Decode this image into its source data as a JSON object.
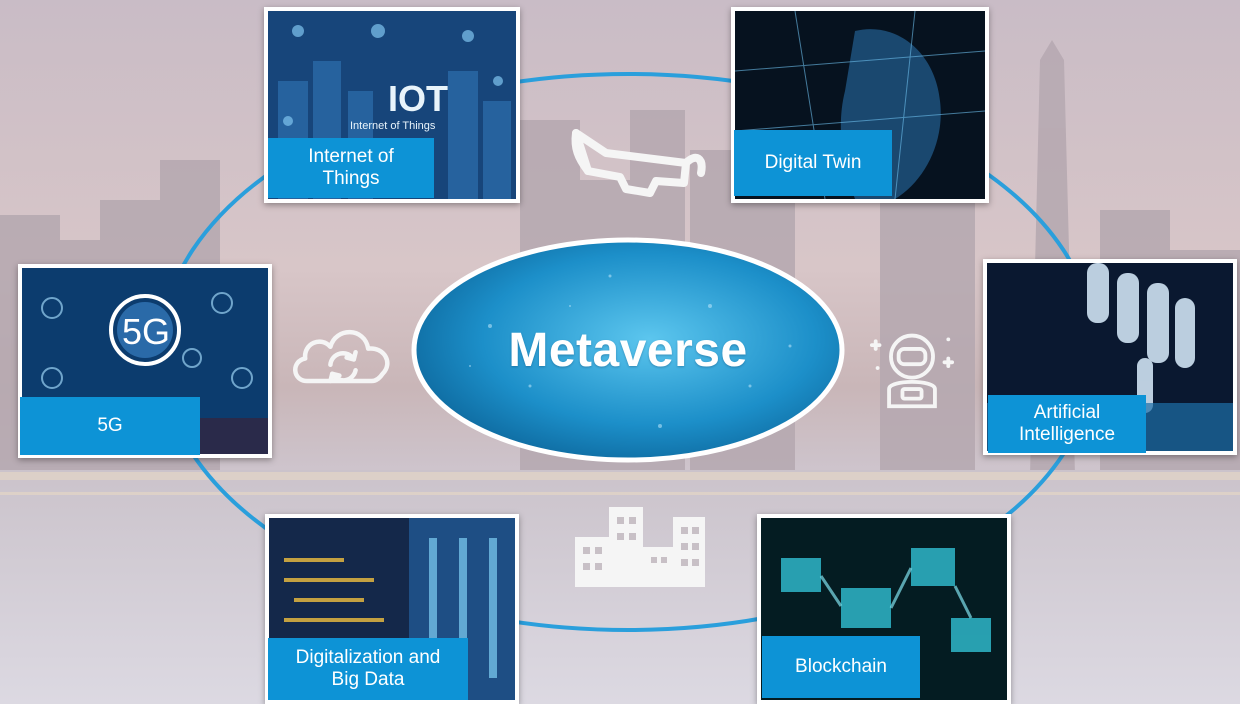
{
  "diagram": {
    "center_title": "Metaverse",
    "nodes": [
      {
        "id": "iot",
        "label": "Internet of\nThings",
        "image_text": "IOT",
        "image_subtext": "Internet of Things"
      },
      {
        "id": "digital-twin",
        "label": "Digital Twin"
      },
      {
        "id": "5g",
        "label": "5G",
        "image_text": "5G"
      },
      {
        "id": "ai",
        "label": "Artificial\nIntelligence"
      },
      {
        "id": "big-data",
        "label": "Digitalization and\nBig Data"
      },
      {
        "id": "blockchain",
        "label": "Blockchain"
      }
    ],
    "icons": [
      "vr-glasses-icon",
      "cloud-sync-icon",
      "astronaut-icon",
      "city-buildings-icon"
    ]
  },
  "colors": {
    "accent": "#0d93d6",
    "ring": "#2a9fdc",
    "icon": "#f5f5f5"
  }
}
